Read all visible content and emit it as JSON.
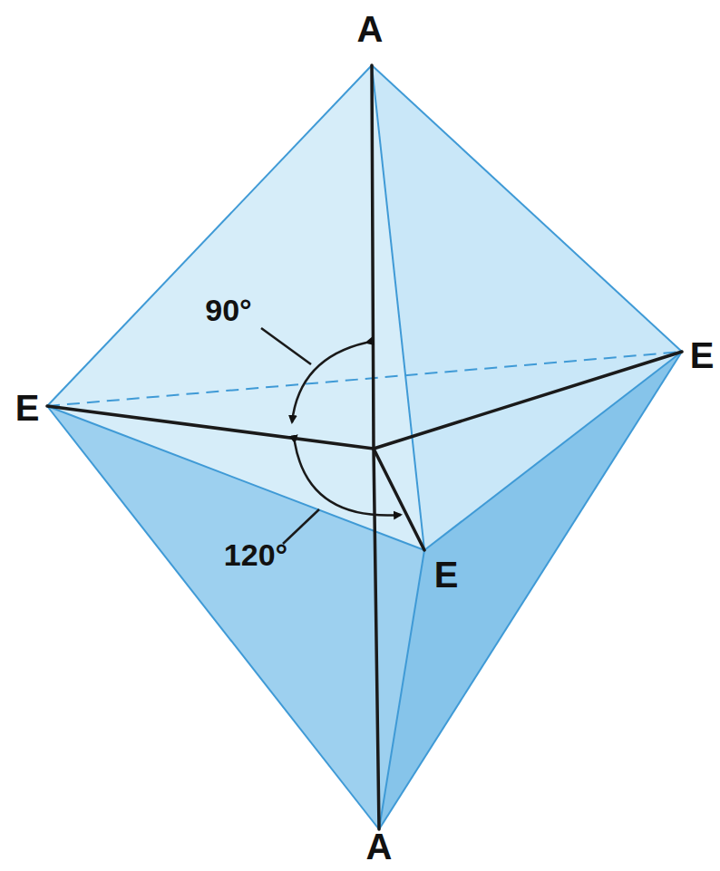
{
  "diagram": {
    "labels": [
      "A",
      "E",
      "90°",
      "E",
      "120°",
      "E",
      "A"
    ]
  }
}
